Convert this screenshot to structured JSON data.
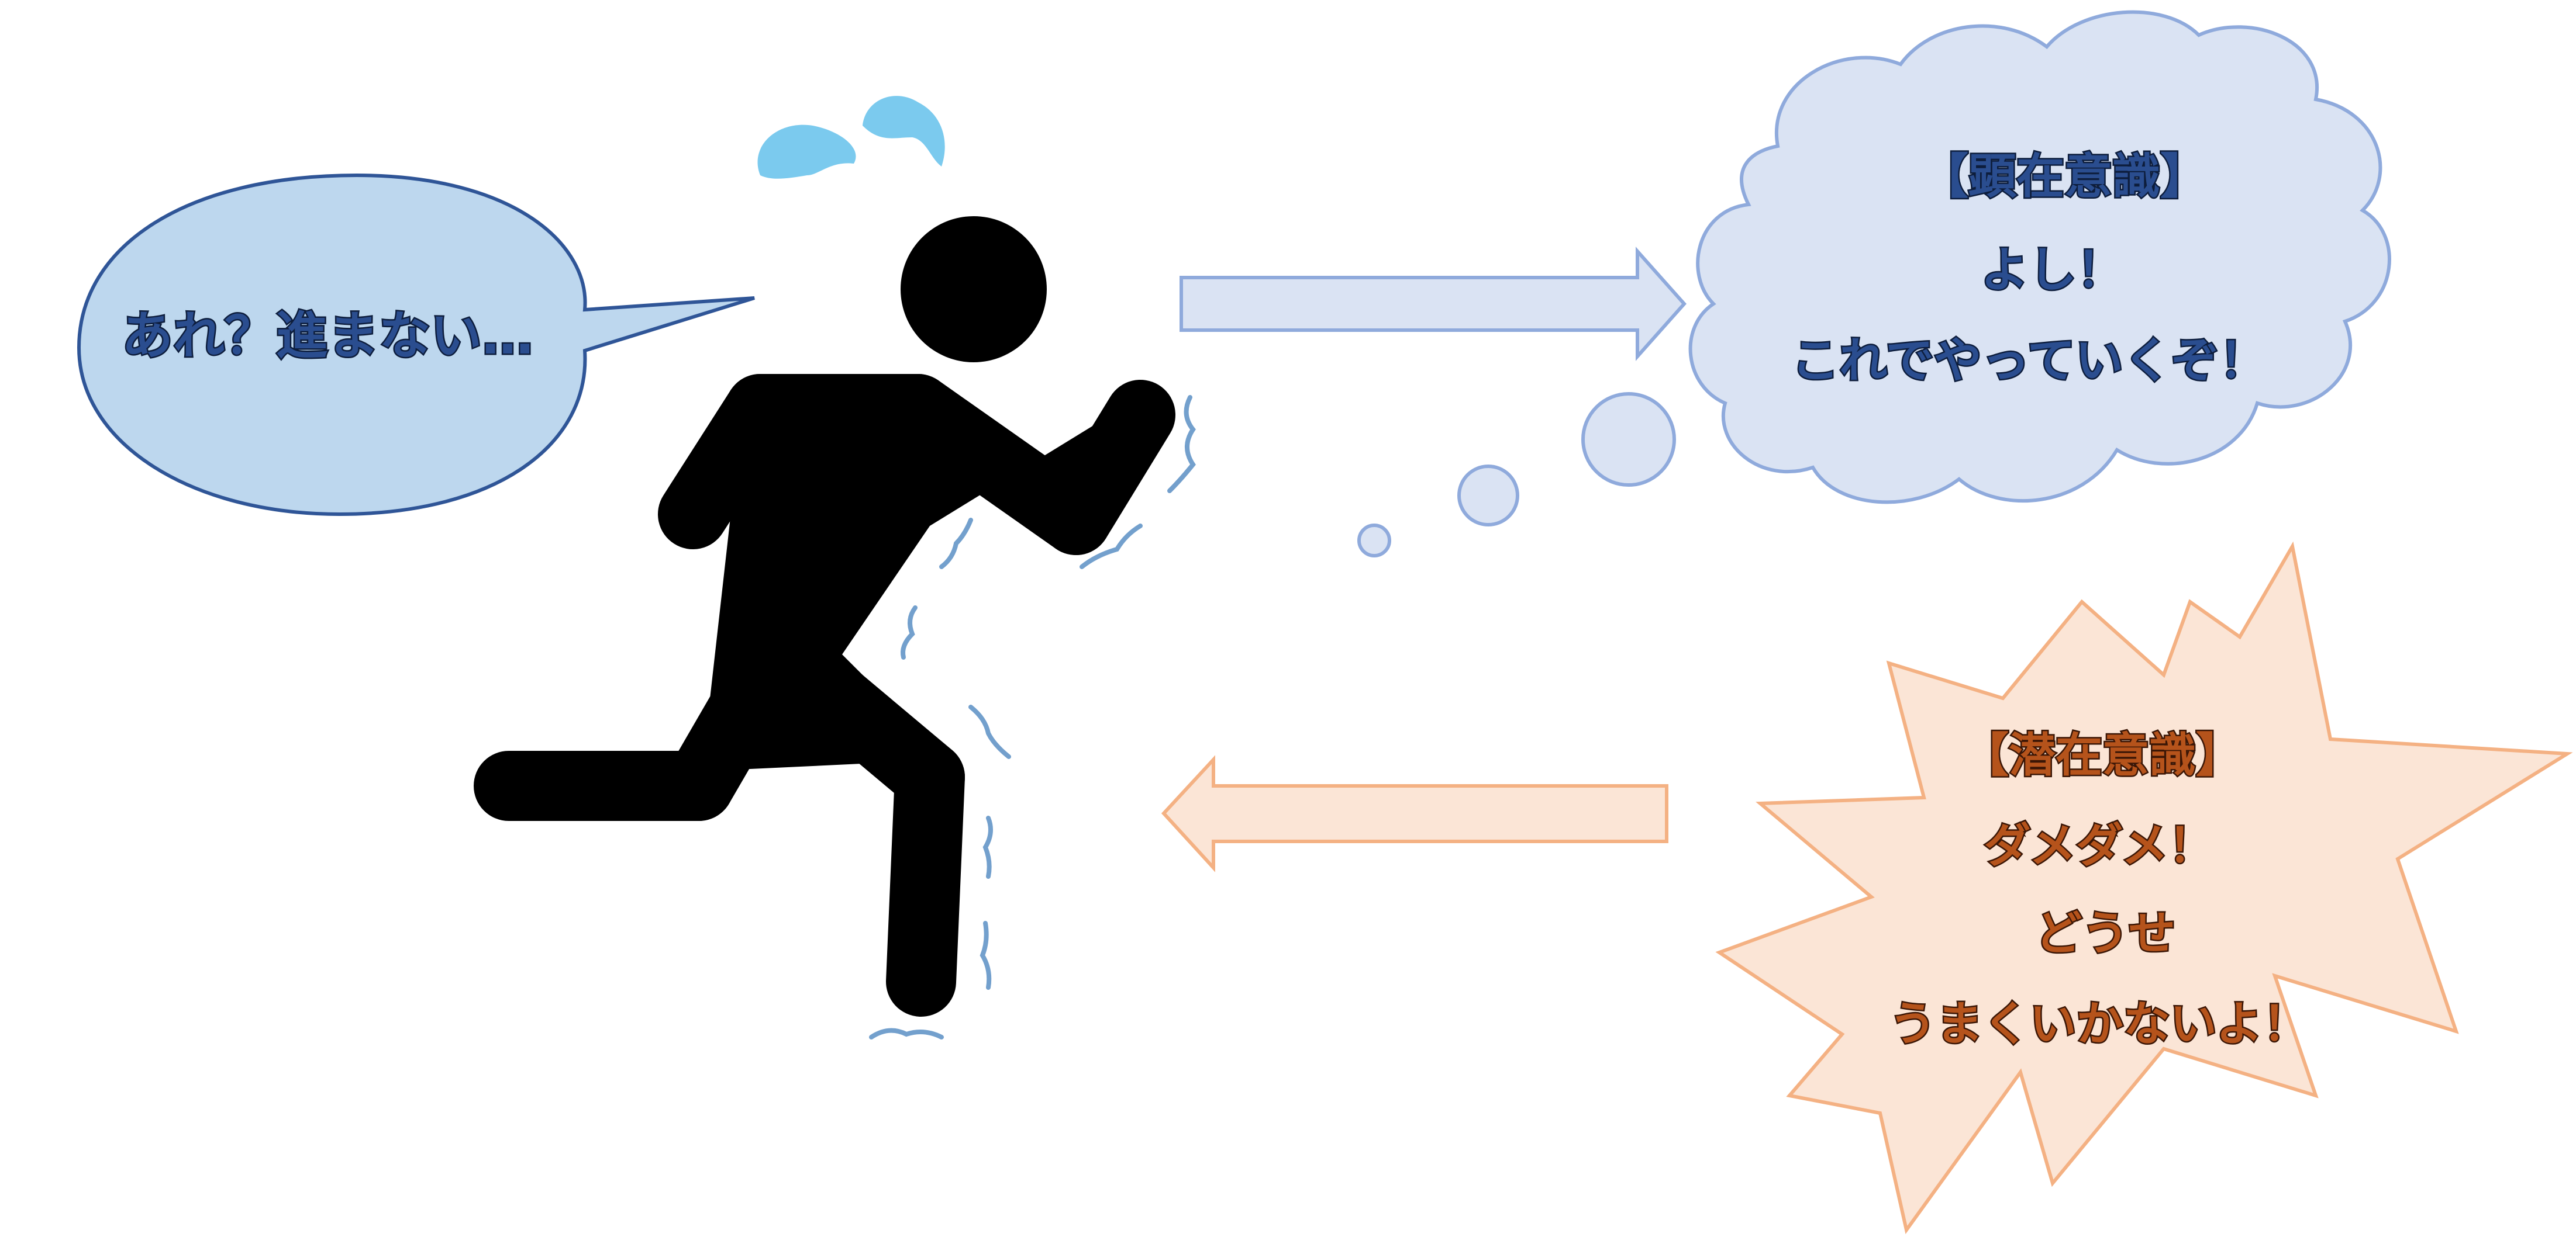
{
  "speech_bubble": {
    "text": "あれ？進まない…"
  },
  "conscious_cloud": {
    "line1": "【顕在意識】",
    "line2": "よし！",
    "line3": "これでやっていくぞ！"
  },
  "subconscious_burst": {
    "line1": "【潜在意識】",
    "line2": "ダメダメ！",
    "line3": "どうせ",
    "line4": "うまくいかないよ！"
  },
  "colors": {
    "speech_fill": "#bdd7ee",
    "speech_stroke": "#2f5597",
    "cloud_fill": "#dae3f3",
    "cloud_stroke": "#8faadc",
    "burst_fill": "#fbe5d6",
    "burst_stroke": "#f4b183",
    "figure": "#000000",
    "sweat": "#4fb8e8",
    "tremble": "#5b8fc4"
  }
}
